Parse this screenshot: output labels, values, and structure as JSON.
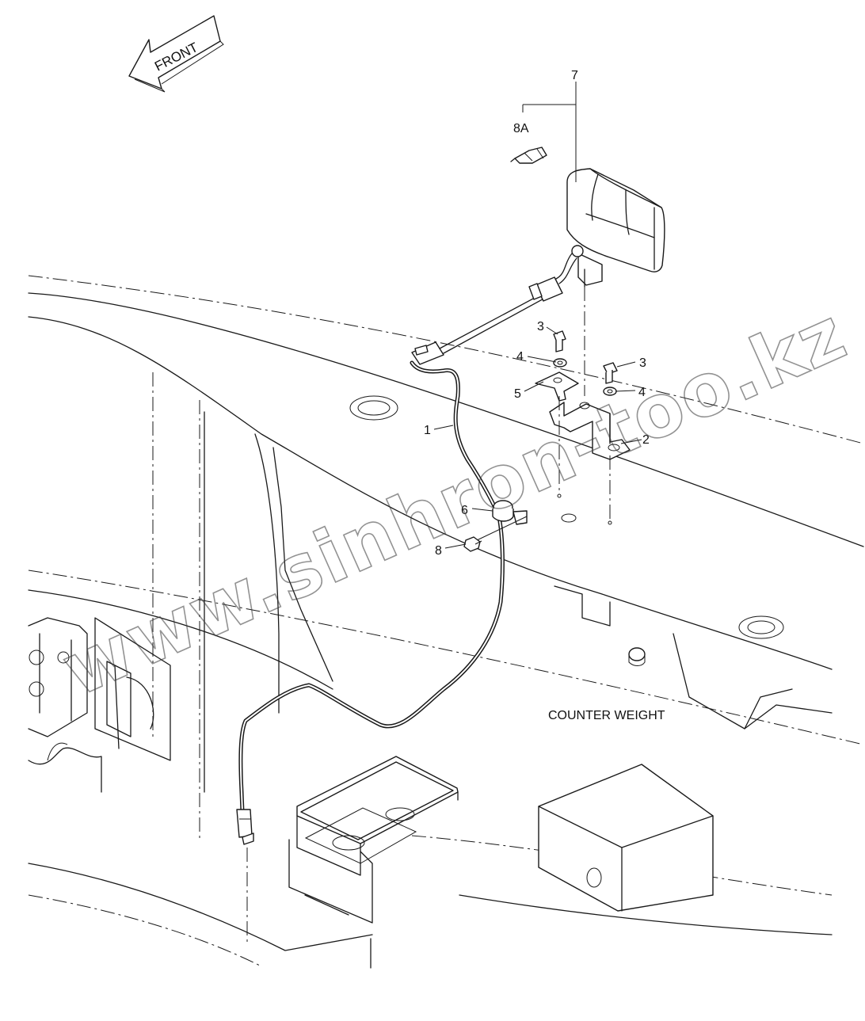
{
  "direction_arrow": {
    "label": "FRONT"
  },
  "callouts": [
    {
      "id": "1",
      "text": "1"
    },
    {
      "id": "2",
      "text": "2"
    },
    {
      "id": "3a",
      "text": "3"
    },
    {
      "id": "3b",
      "text": "3"
    },
    {
      "id": "4a",
      "text": "4"
    },
    {
      "id": "4b",
      "text": "4"
    },
    {
      "id": "5",
      "text": "5"
    },
    {
      "id": "6",
      "text": "6"
    },
    {
      "id": "7",
      "text": "7"
    },
    {
      "id": "8",
      "text": "8"
    },
    {
      "id": "8A",
      "text": "8A"
    }
  ],
  "region_label": "COUNTER WEIGHT",
  "watermark": "www.sinhron-too.kz"
}
